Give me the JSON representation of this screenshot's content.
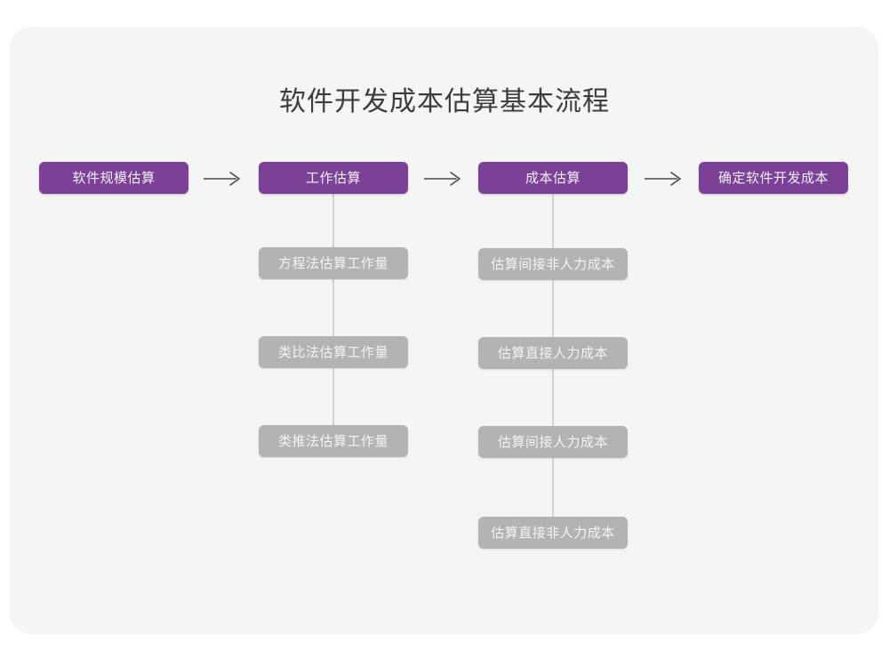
{
  "page": {
    "title": "软件开发成本估算基本流程",
    "background_color": "#ffffff",
    "card_color": "#f5f5f5",
    "accent_color": "#7a4196",
    "secondary_color": "#b3b3b3",
    "connector_color": "#d2d2d2",
    "title_color": "#3c3c3c"
  },
  "flow": {
    "main_steps": [
      {
        "label": "软件规模估算"
      },
      {
        "label": "工作估算"
      },
      {
        "label": "成本估算"
      },
      {
        "label": "确定软件开发成本"
      }
    ],
    "arrows": [
      {
        "name": "arrow-1",
        "glyph": "→"
      },
      {
        "name": "arrow-2",
        "glyph": "→"
      },
      {
        "name": "arrow-3",
        "glyph": "→"
      }
    ],
    "branches": [
      {
        "parent": "工作估算",
        "items": [
          {
            "label": "方程法估算工作量"
          },
          {
            "label": "类比法估算工作量"
          },
          {
            "label": "类推法估算工作量"
          }
        ]
      },
      {
        "parent": "成本估算",
        "items": [
          {
            "label": "估算间接非人力成本"
          },
          {
            "label": "估算直接人力成本"
          },
          {
            "label": "估算间接人力成本"
          },
          {
            "label": "估算直接非人力成本"
          }
        ]
      }
    ]
  }
}
